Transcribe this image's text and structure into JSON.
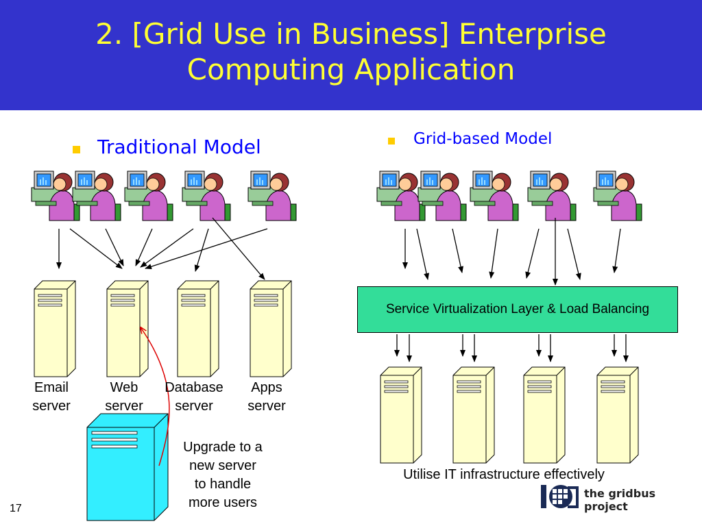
{
  "slide": {
    "title_line1": "2. [Grid Use in Business] Enterprise",
    "title_line2": "Computing Application",
    "page_number": "17",
    "colors": {
      "title_bg": "#3333cc",
      "title_text": "#ffff33",
      "heading": "#0000ff",
      "bullet": "#ffcc00",
      "virtualization_box": "#33dd99",
      "new_server": "#33eeff",
      "server_body": "#ffffcc"
    }
  },
  "traditional": {
    "heading": "Traditional Model",
    "servers": [
      {
        "line1": "Email",
        "line2": "server"
      },
      {
        "line1": "Web",
        "line2": "server"
      },
      {
        "line1": "Database",
        "line2": "server"
      },
      {
        "line1": "Apps",
        "line2": "server"
      }
    ],
    "upgrade_note": [
      "Upgrade to a",
      "new server",
      "to handle",
      "more users"
    ]
  },
  "grid": {
    "heading": "Grid-based Model",
    "layer_label": "Service Virtualization Layer & Load Balancing",
    "footer_text": "Utilise IT infrastructure effectively"
  },
  "logo": {
    "text": "the gridbus project"
  }
}
